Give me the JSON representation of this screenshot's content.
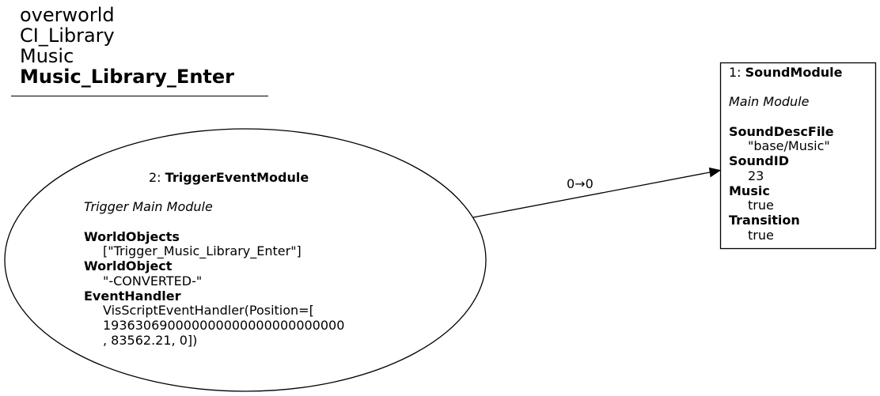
{
  "title": {
    "lines": [
      "overworld",
      "CI_Library",
      "Music"
    ],
    "bold_line": "Music_Library_Enter"
  },
  "nodes": {
    "trigger": {
      "index": "2: ",
      "name": "TriggerEventModule",
      "subtitle": "Trigger Main Module",
      "props": [
        {
          "key": "WorldObjects",
          "value": "[\"Trigger_Music_Library_Enter\"]"
        },
        {
          "key": "WorldObject",
          "value": "\"-CONVERTED-\""
        },
        {
          "key": "EventHandler",
          "value_lines": [
            "VisScriptEventHandler(Position=[",
            "193630690000000000000000000000",
            ", 83562.21, 0])"
          ]
        }
      ]
    },
    "sound": {
      "index": "1: ",
      "name": "SoundModule",
      "subtitle": "Main Module",
      "props": [
        {
          "key": "SoundDescFile",
          "value": "\"base/Music\""
        },
        {
          "key": "SoundID",
          "value": "23"
        },
        {
          "key": "Music",
          "value": "true"
        },
        {
          "key": "Transition",
          "value": "true"
        }
      ]
    }
  },
  "edge": {
    "label": "0→0"
  }
}
